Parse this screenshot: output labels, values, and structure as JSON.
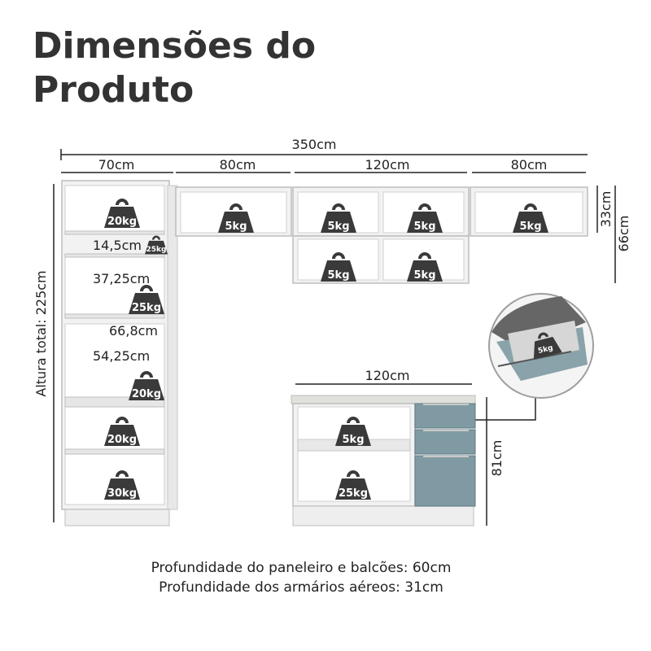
{
  "title": "Dimensões do Produto",
  "dimensions": {
    "total_width": "350cm",
    "segment_1": "70cm",
    "segment_2": "80cm",
    "segment_3": "120cm",
    "segment_4": "80cm",
    "upper_height": "33cm",
    "upper_double_height": "66cm",
    "total_height": "Altura total: 225cm",
    "shelf_1": "14,5cm",
    "shelf_2": "37,25cm",
    "inner_width": "66,8cm",
    "shelf_3": "54,25cm",
    "counter_width": "120cm",
    "counter_height": "81cm"
  },
  "weights": {
    "tall_top": "20kg",
    "tall_small": "25kg",
    "tall_mid": "25kg",
    "tall_oven": "20kg",
    "tall_low1": "20kg",
    "tall_low2": "30kg",
    "upper_80": "5kg",
    "upper_120_a": "5kg",
    "upper_120_b": "5kg",
    "upper_120_c": "5kg",
    "upper_120_d": "5kg",
    "upper_last": "5kg",
    "base_shelf": "5kg",
    "base_bottom": "25kg",
    "drawer": "5kg"
  },
  "colors": {
    "cabinet": "#f2f2f2",
    "outline": "#bdbdbd",
    "drawer_front": "#7f9aa3",
    "weight_icon": "#3a3a3a",
    "dimension_line": "#222222"
  },
  "footer": {
    "line1": "Profundidade do paneleiro e balcões: 60cm",
    "line2": "Profundidade dos armários aéreos: 31cm"
  }
}
